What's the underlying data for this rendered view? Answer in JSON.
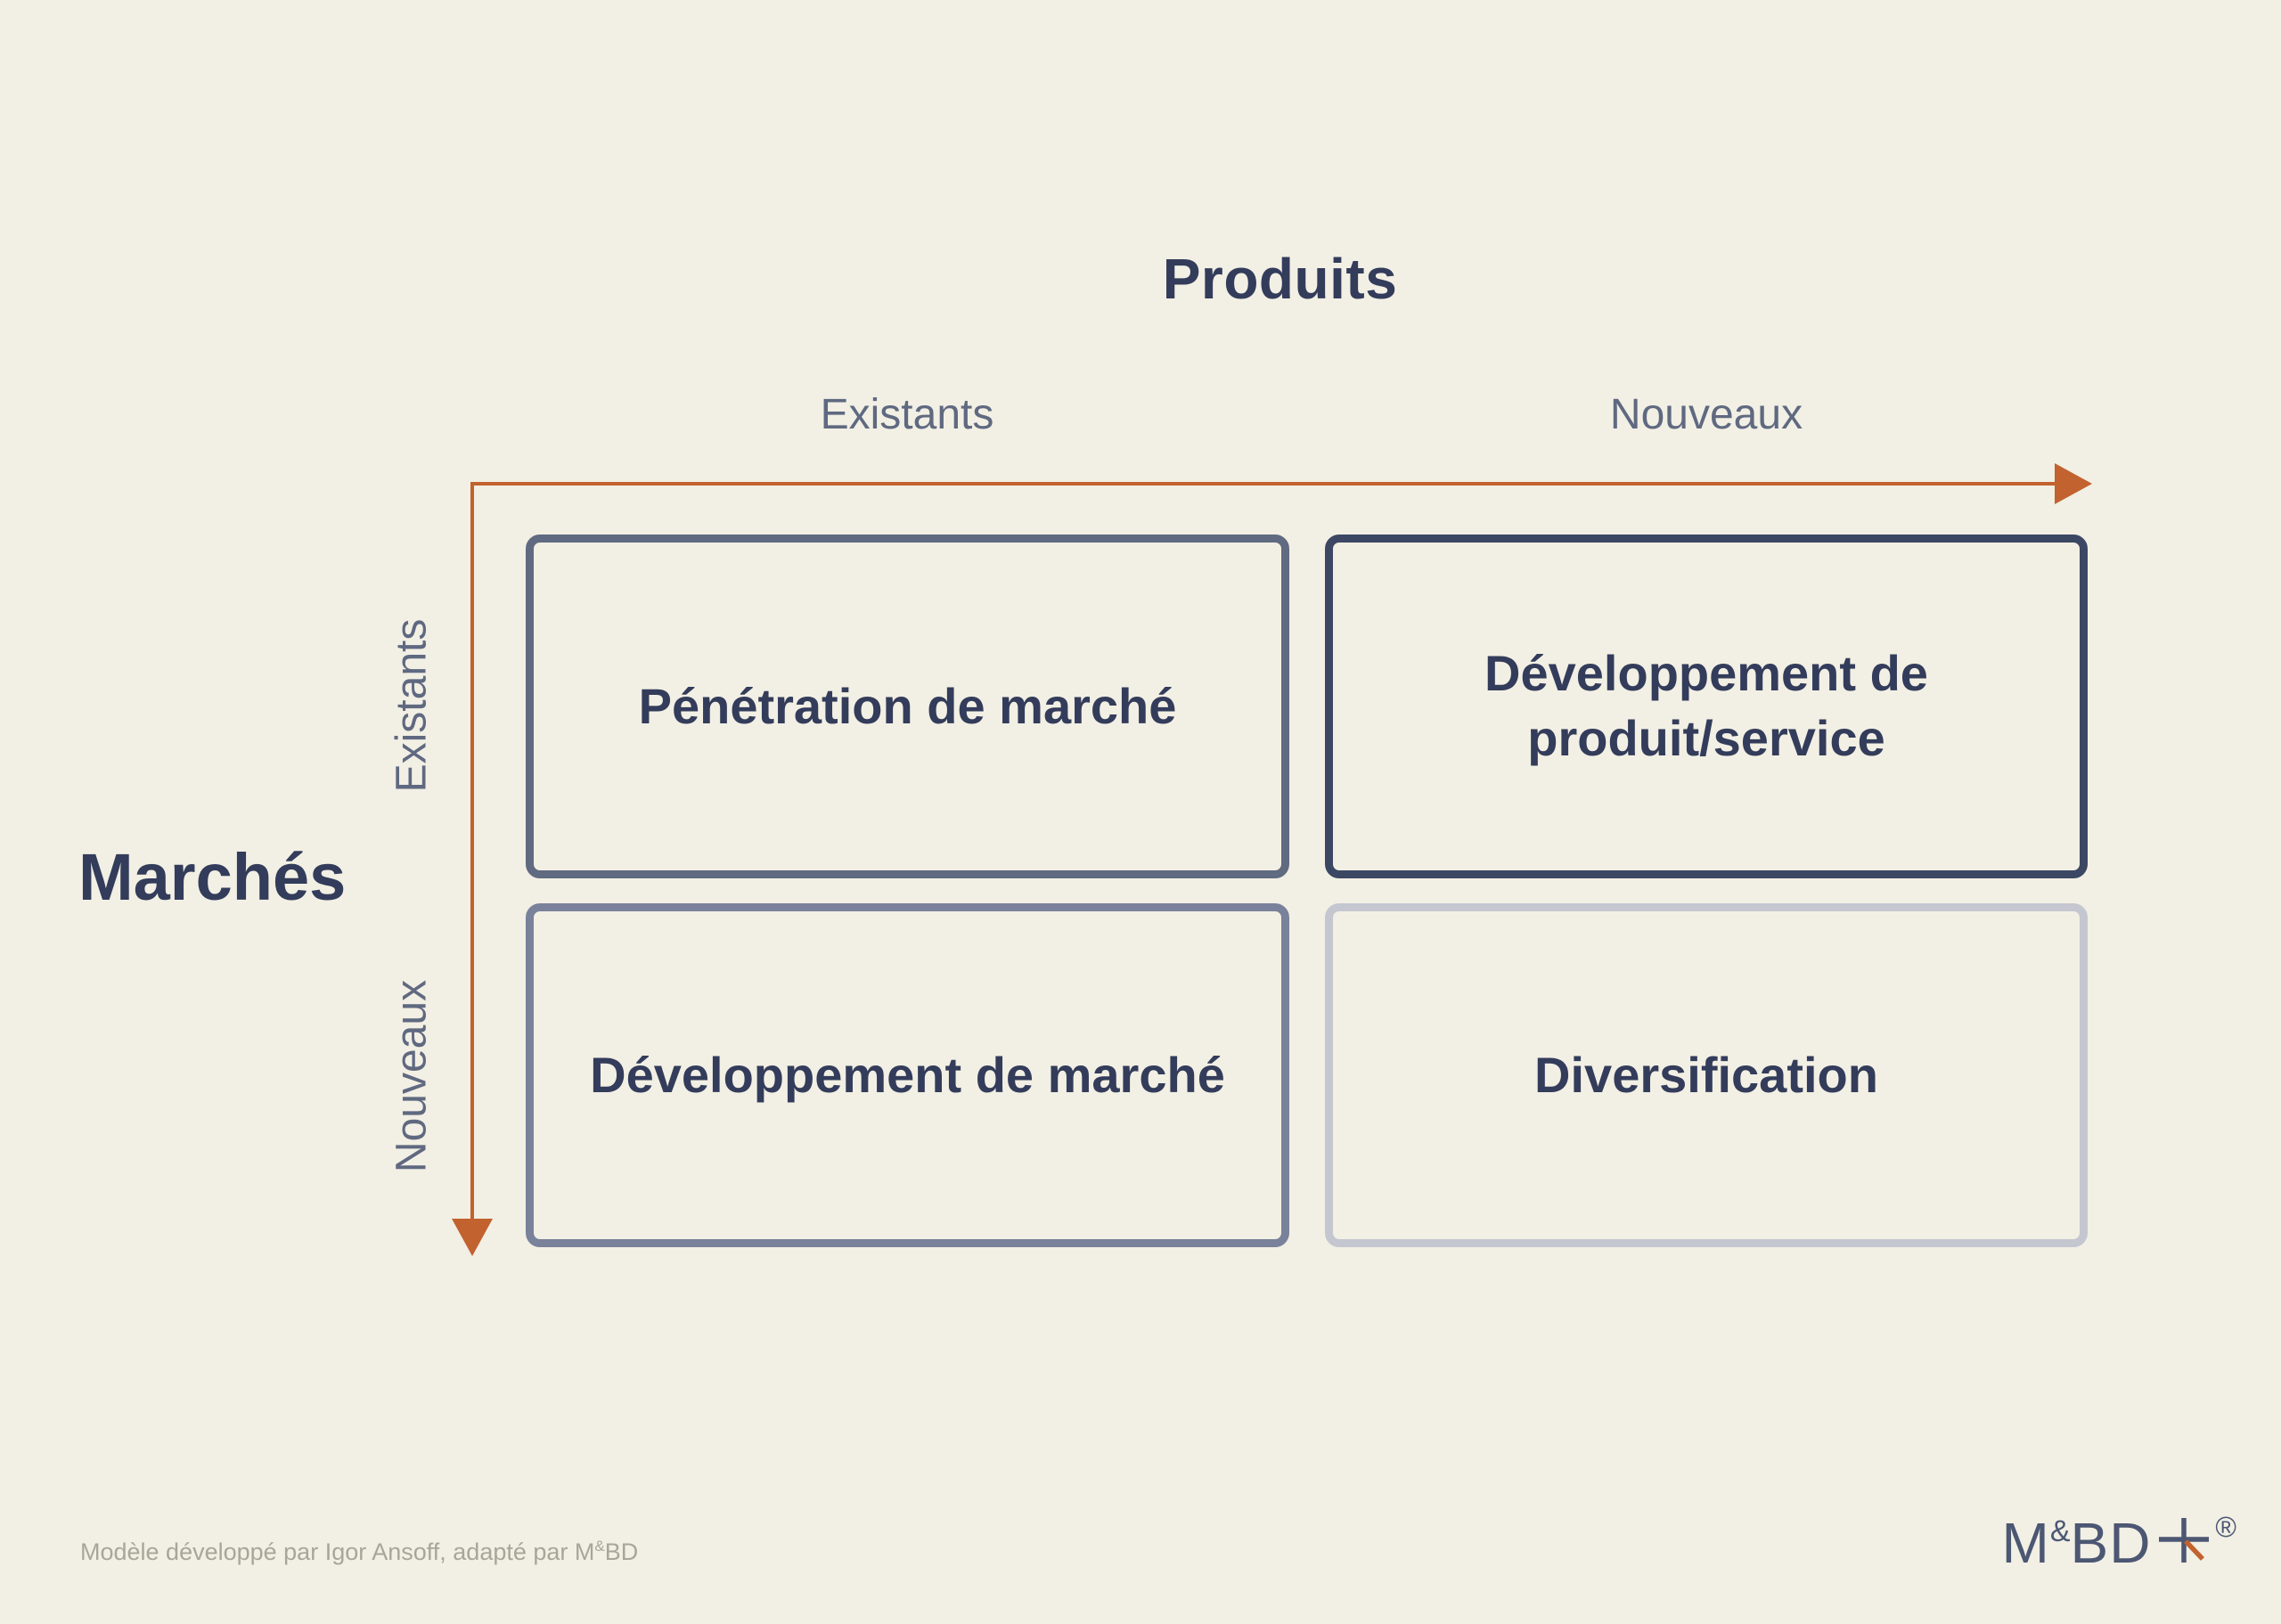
{
  "colors": {
    "background": "#f2efe4",
    "navy": "#333c5a",
    "label_slate": "#5f6980",
    "orange": "#c2622e",
    "border_top_left": "#606a80",
    "border_top_right": "#3c4763",
    "border_bottom_left": "#79829a",
    "border_bottom_right": "#c4c6d0",
    "footer_text": "#a8a699",
    "logo_navy": "#4c5773"
  },
  "axes": {
    "products_title": "Produits",
    "markets_title": "Marchés",
    "products_existing_label": "Existants",
    "products_new_label": "Nouveaux",
    "markets_existing_label": "Existants",
    "markets_new_label": "Nouveaux"
  },
  "quadrants": [
    {
      "id": "market-penetration",
      "label": "Pénétration de marché"
    },
    {
      "id": "product-development",
      "label": "Développement de\nproduit/service"
    },
    {
      "id": "market-development",
      "label": "Développement de marché"
    },
    {
      "id": "diversification",
      "label": "Diversification"
    }
  ],
  "footer": {
    "credit_prefix": "Modèle développé par Igor Ansoff, adapté par M",
    "credit_sup": "&",
    "credit_suffix": "BD"
  },
  "logo": {
    "m": "M",
    "amp": "&",
    "bd": "BD",
    "registered": "®"
  }
}
